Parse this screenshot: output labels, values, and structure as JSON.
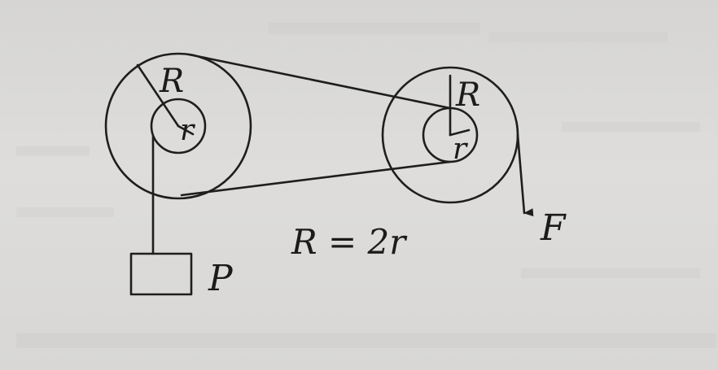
{
  "labels": {
    "big_radius_left": "R",
    "small_radius_left": "r",
    "big_radius_right": "R",
    "small_radius_right": "r",
    "force": "F",
    "weight": "P",
    "relation": "R = 2r"
  },
  "colors": {
    "paper": "#d9d8d6",
    "ink": "#1e1e1e"
  }
}
